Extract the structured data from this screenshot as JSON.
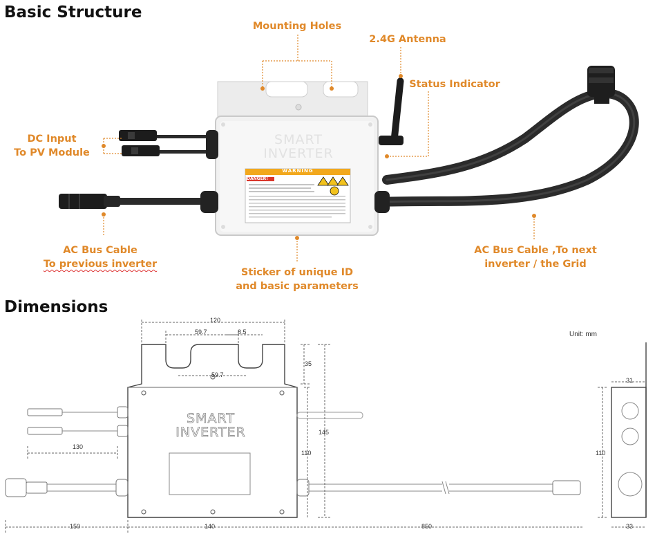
{
  "section1": {
    "title": "Basic Structure",
    "labels": {
      "mounting_holes": "Mounting Holes",
      "antenna": "2.4G Antenna",
      "status_indicator": "Status Indicator",
      "dc_input_line1": "DC Input",
      "dc_input_line2": "To PV Module",
      "ac_prev_line1": "AC Bus Cable",
      "ac_prev_line2": "To previous inverter",
      "sticker_line1": "Sticker of unique ID",
      "sticker_line2": "and basic parameters",
      "ac_next_line1": "AC Bus Cable ,To next",
      "ac_next_line2": "inverter / the Grid"
    },
    "device": {
      "brand_line1": "SMART",
      "brand_line2": "INVERTER",
      "warning": "WARNING",
      "danger": "DANGER!"
    }
  },
  "section2": {
    "title": "Dimensions",
    "unit": "Unit: mm",
    "dims": {
      "top_width": "120",
      "hole_spacing_top": "59.7",
      "slot_width": "8.5",
      "hole_spacing_bottom": "59.7",
      "tab_height": "35",
      "total_height": "145",
      "body_height": "110",
      "dc_cable": "130",
      "ac_left": "150",
      "body_width": "140",
      "ac_right": "850",
      "side_height": "110",
      "side_top": "31",
      "side_bottom": "33"
    },
    "drawing_brand_line1": "SMART",
    "drawing_brand_line2": "INVERTER"
  },
  "colors": {
    "accent": "#e0892a",
    "cable": "#2b2b2b"
  }
}
